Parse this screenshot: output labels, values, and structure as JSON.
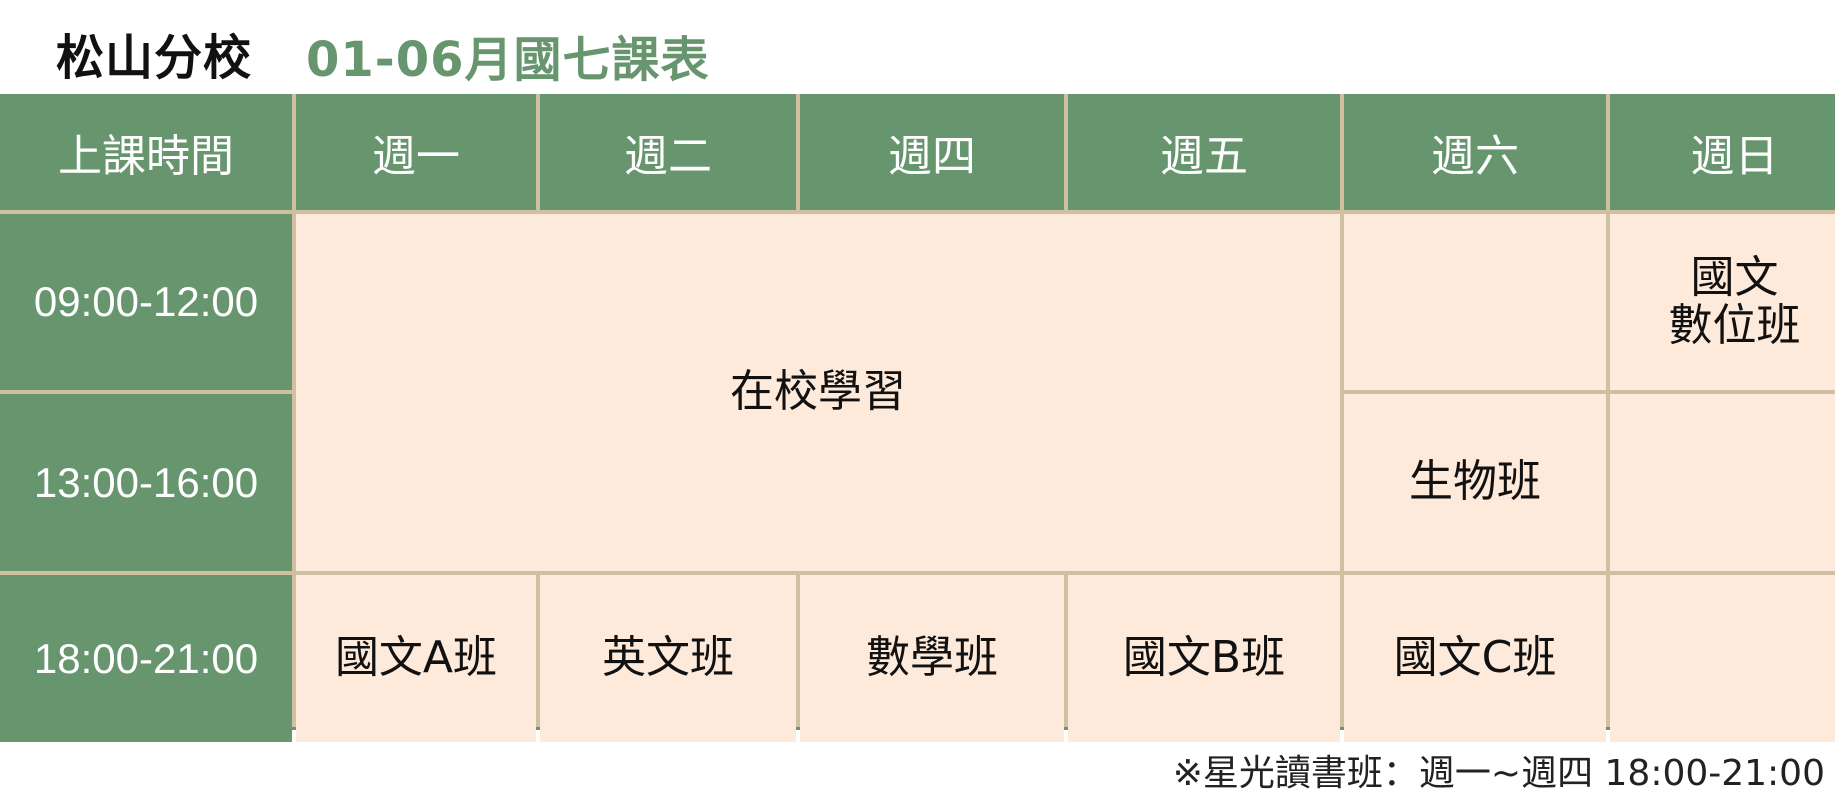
{
  "header": {
    "school": "松山分校",
    "title": "01-06月國七課表"
  },
  "table": {
    "columns": [
      "上課時間",
      "週一",
      "週二",
      "週四",
      "週五",
      "週六",
      "週日"
    ],
    "times": [
      "09:00-12:00",
      "13:00-16:00",
      "18:00-21:00"
    ],
    "in_school": "在校學習",
    "sat_afternoon": "生物班",
    "sun_morning": "國文\n數位班",
    "evening": [
      "國文A班",
      "英文班",
      "數學班",
      "國文B班",
      "國文C班"
    ]
  },
  "footnote": "※星光讀書班：週一~週四 18:00-21:00",
  "colors": {
    "header_green": "#66956e",
    "cell_cream": "#fdeadb",
    "grid_line": "#cfc0a1"
  }
}
